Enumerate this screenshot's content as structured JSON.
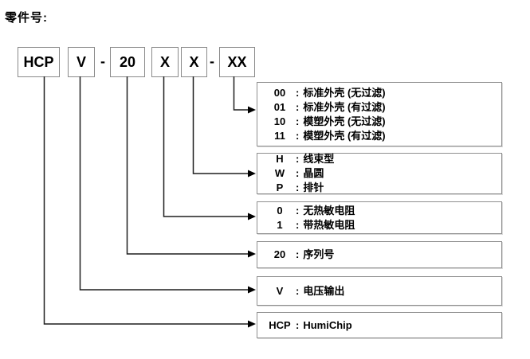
{
  "title": "零件号:",
  "part_number": {
    "seg_hcp": "HCP",
    "seg_v": "V",
    "dash_1": "-",
    "seg_20": "20",
    "seg_x1": "X",
    "seg_x2": "X",
    "dash_2": "-",
    "seg_xx": "XX"
  },
  "legend_boxes": [
    {
      "name": "housing-filter-options",
      "rows": [
        {
          "label": "00",
          "separator": ":",
          "desc": "标准外壳 (无过滤)"
        },
        {
          "label": "01",
          "separator": ":",
          "desc": "标准外壳 (有过滤)"
        },
        {
          "label": "10",
          "separator": ":",
          "desc": "模塑外壳 (无过滤)"
        },
        {
          "label": "11",
          "separator": ":",
          "desc": "模塑外壳 (有过滤)"
        }
      ]
    },
    {
      "name": "package-type-options",
      "rows": [
        {
          "label": "H",
          "separator": ":",
          "desc": "线束型"
        },
        {
          "label": "W",
          "separator": ":",
          "desc": "晶圆"
        },
        {
          "label": "P",
          "separator": ":",
          "desc": "排针"
        }
      ]
    },
    {
      "name": "thermistor-options",
      "rows": [
        {
          "label": "0",
          "separator": ":",
          "desc": "无热敏电阻"
        },
        {
          "label": "1",
          "separator": ":",
          "desc": "带热敏电阻"
        }
      ]
    },
    {
      "name": "series-number",
      "rows": [
        {
          "label": "20",
          "separator": ":",
          "desc": "序列号"
        }
      ]
    },
    {
      "name": "output-type",
      "rows": [
        {
          "label": "V",
          "separator": ":",
          "desc": "电压输出"
        }
      ]
    },
    {
      "name": "product-family",
      "rows": [
        {
          "label": "HCP",
          "separator": ":",
          "desc": "HumiChip"
        }
      ]
    }
  ],
  "colors": {
    "text": "#000000",
    "box_border": "#8f8f8f",
    "connector_line": "#1f1f1f",
    "arrowhead": "#000000"
  }
}
